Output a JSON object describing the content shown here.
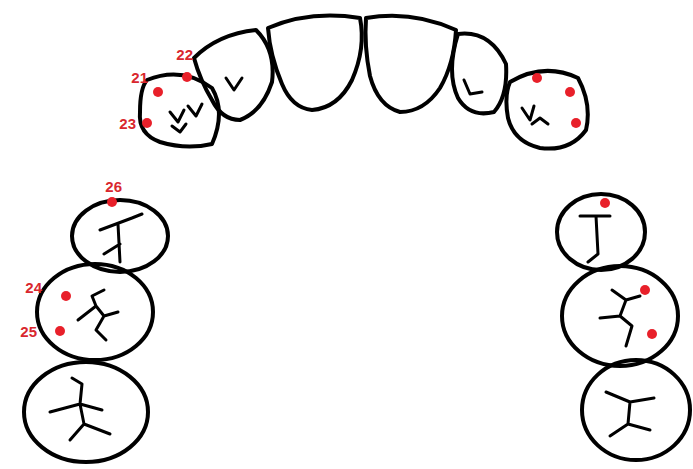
{
  "diagram": {
    "labels": [
      "21",
      "22",
      "23",
      "26",
      "24",
      "25"
    ]
  }
}
